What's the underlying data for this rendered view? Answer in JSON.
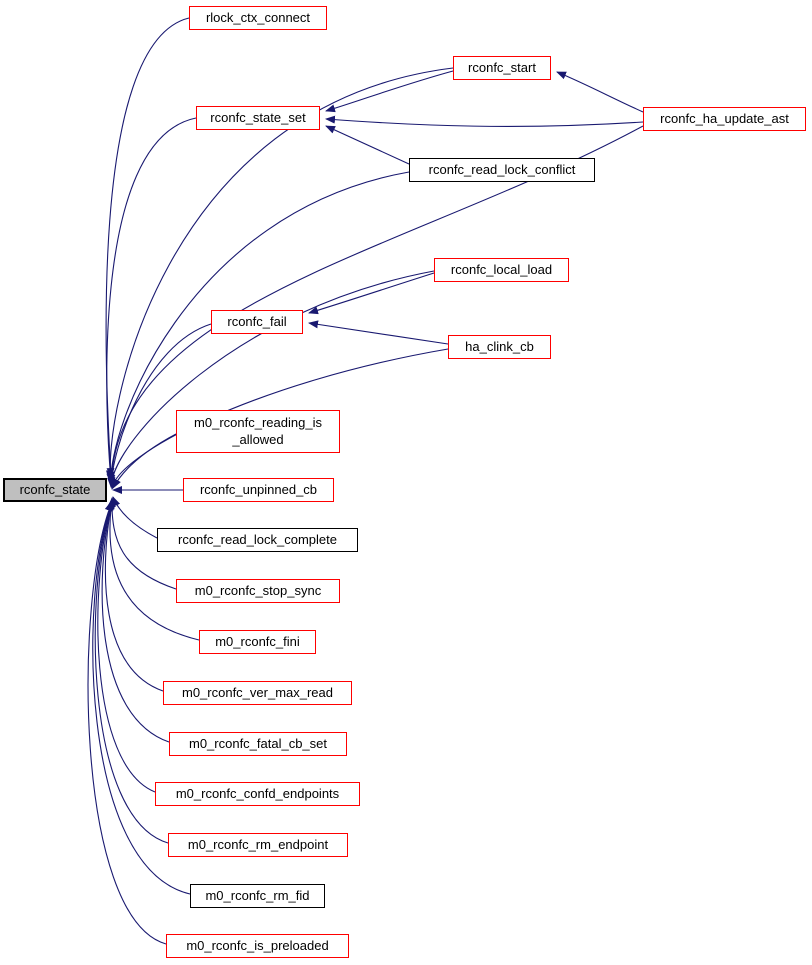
{
  "diagram": {
    "kind": "caller-graph",
    "focus": "rconfc_state",
    "colors": {
      "edge": "#191970",
      "node_border_default": "#ff0000",
      "node_border_plain": "#000000",
      "focus_fill": "#bfbfbf",
      "node_fill": "#ffffff",
      "text": "#000000"
    },
    "nodes": [
      {
        "id": "rlock_ctx_connect",
        "label": "rlock_ctx_connect",
        "border": "red"
      },
      {
        "id": "rconfc_start",
        "label": "rconfc_start",
        "border": "red"
      },
      {
        "id": "rconfc_state_set",
        "label": "rconfc_state_set",
        "border": "red"
      },
      {
        "id": "rconfc_ha_update_ast",
        "label": "rconfc_ha_update_ast",
        "border": "red"
      },
      {
        "id": "rconfc_read_lock_conflict",
        "label": "rconfc_read_lock_conflict",
        "border": "black"
      },
      {
        "id": "rconfc_local_load",
        "label": "rconfc_local_load",
        "border": "red"
      },
      {
        "id": "rconfc_fail",
        "label": "rconfc_fail",
        "border": "red"
      },
      {
        "id": "ha_clink_cb",
        "label": "ha_clink_cb",
        "border": "red"
      },
      {
        "id": "m0_rconfc_reading_is_allowed",
        "label": "m0_rconfc_reading_is\n_allowed",
        "border": "red"
      },
      {
        "id": "rconfc_state",
        "label": "rconfc_state",
        "border": "black",
        "focus": true
      },
      {
        "id": "rconfc_unpinned_cb",
        "label": "rconfc_unpinned_cb",
        "border": "red"
      },
      {
        "id": "rconfc_read_lock_complete",
        "label": "rconfc_read_lock_complete",
        "border": "black"
      },
      {
        "id": "m0_rconfc_stop_sync",
        "label": "m0_rconfc_stop_sync",
        "border": "red"
      },
      {
        "id": "m0_rconfc_fini",
        "label": "m0_rconfc_fini",
        "border": "red"
      },
      {
        "id": "m0_rconfc_ver_max_read",
        "label": "m0_rconfc_ver_max_read",
        "border": "red"
      },
      {
        "id": "m0_rconfc_fatal_cb_set",
        "label": "m0_rconfc_fatal_cb_set",
        "border": "red"
      },
      {
        "id": "m0_rconfc_confd_endpoints",
        "label": "m0_rconfc_confd_endpoints",
        "border": "red"
      },
      {
        "id": "m0_rconfc_rm_endpoint",
        "label": "m0_rconfc_rm_endpoint",
        "border": "red"
      },
      {
        "id": "m0_rconfc_rm_fid",
        "label": "m0_rconfc_rm_fid",
        "border": "black"
      },
      {
        "id": "m0_rconfc_is_preloaded",
        "label": "m0_rconfc_is_preloaded",
        "border": "red"
      }
    ],
    "edges": [
      {
        "from": "rlock_ctx_connect",
        "to": "rconfc_state"
      },
      {
        "from": "rconfc_start",
        "to": "rconfc_state"
      },
      {
        "from": "rconfc_state_set",
        "to": "rconfc_state"
      },
      {
        "from": "rconfc_read_lock_conflict",
        "to": "rconfc_state"
      },
      {
        "from": "rconfc_ha_update_ast",
        "to": "rconfc_state"
      },
      {
        "from": "rconfc_local_load",
        "to": "rconfc_state"
      },
      {
        "from": "rconfc_fail",
        "to": "rconfc_state"
      },
      {
        "from": "ha_clink_cb",
        "to": "rconfc_state"
      },
      {
        "from": "m0_rconfc_reading_is_allowed",
        "to": "rconfc_state"
      },
      {
        "from": "rconfc_unpinned_cb",
        "to": "rconfc_state"
      },
      {
        "from": "rconfc_read_lock_complete",
        "to": "rconfc_state"
      },
      {
        "from": "m0_rconfc_stop_sync",
        "to": "rconfc_state"
      },
      {
        "from": "m0_rconfc_fini",
        "to": "rconfc_state"
      },
      {
        "from": "m0_rconfc_ver_max_read",
        "to": "rconfc_state"
      },
      {
        "from": "m0_rconfc_fatal_cb_set",
        "to": "rconfc_state"
      },
      {
        "from": "m0_rconfc_confd_endpoints",
        "to": "rconfc_state"
      },
      {
        "from": "m0_rconfc_rm_endpoint",
        "to": "rconfc_state"
      },
      {
        "from": "m0_rconfc_rm_fid",
        "to": "rconfc_state"
      },
      {
        "from": "m0_rconfc_is_preloaded",
        "to": "rconfc_state"
      },
      {
        "from": "rconfc_start",
        "to": "rconfc_state_set"
      },
      {
        "from": "rconfc_ha_update_ast",
        "to": "rconfc_start"
      },
      {
        "from": "rconfc_ha_update_ast",
        "to": "rconfc_state_set"
      },
      {
        "from": "rconfc_read_lock_conflict",
        "to": "rconfc_state_set"
      },
      {
        "from": "rconfc_local_load",
        "to": "rconfc_fail"
      },
      {
        "from": "ha_clink_cb",
        "to": "rconfc_fail"
      }
    ]
  }
}
